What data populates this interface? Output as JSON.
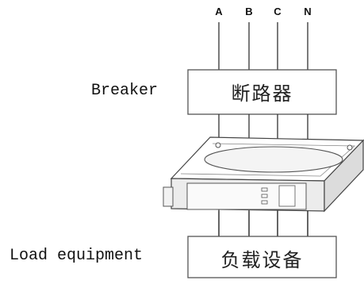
{
  "phases": [
    "A",
    "B",
    "C",
    "N"
  ],
  "breaker": {
    "side_label": "Breaker",
    "box_text": "断路器"
  },
  "load": {
    "side_label": "Load equipment",
    "box_text": "负载设备"
  }
}
